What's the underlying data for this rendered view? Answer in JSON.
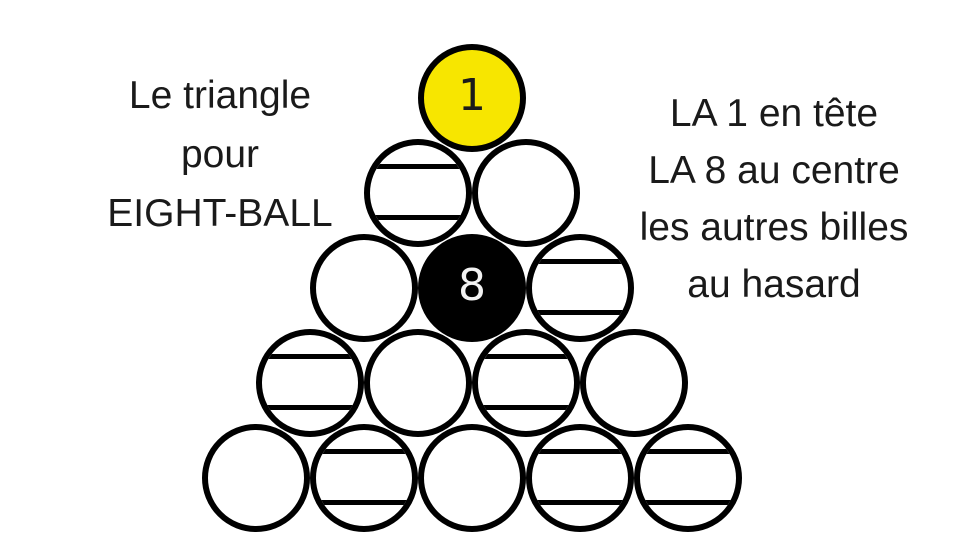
{
  "title_left": {
    "lines": [
      "Le triangle",
      "pour",
      "EIGHT-BALL"
    ]
  },
  "note_right": {
    "lines": [
      "LA 1 en tête",
      "LA 8 au centre",
      "les autres billes",
      "au hasard"
    ]
  },
  "colors": {
    "background": "#ffffff",
    "outline": "#000000",
    "ball_yellow": "#f7e600",
    "ball_black": "#000000",
    "ball_white": "#ffffff",
    "number_on_yellow": "#1a1a1a",
    "number_on_black": "#f2f2f2",
    "text": "#1a1a1a"
  },
  "rack": {
    "rows": [
      [
        {
          "type": "solid-yellow",
          "label": "1",
          "name": "ball-1-yellow"
        }
      ],
      [
        {
          "type": "striped",
          "name": "ball-striped"
        },
        {
          "type": "plain",
          "name": "ball-plain"
        }
      ],
      [
        {
          "type": "plain",
          "name": "ball-plain"
        },
        {
          "type": "eight",
          "label": "8",
          "name": "ball-8-black"
        },
        {
          "type": "striped",
          "name": "ball-striped"
        }
      ],
      [
        {
          "type": "striped",
          "name": "ball-striped"
        },
        {
          "type": "plain",
          "name": "ball-plain"
        },
        {
          "type": "striped",
          "name": "ball-striped"
        },
        {
          "type": "plain",
          "name": "ball-plain"
        }
      ],
      [
        {
          "type": "plain",
          "name": "ball-plain"
        },
        {
          "type": "striped",
          "name": "ball-striped"
        },
        {
          "type": "plain",
          "name": "ball-plain"
        },
        {
          "type": "striped",
          "name": "ball-striped"
        },
        {
          "type": "striped",
          "name": "ball-striped"
        }
      ]
    ]
  }
}
